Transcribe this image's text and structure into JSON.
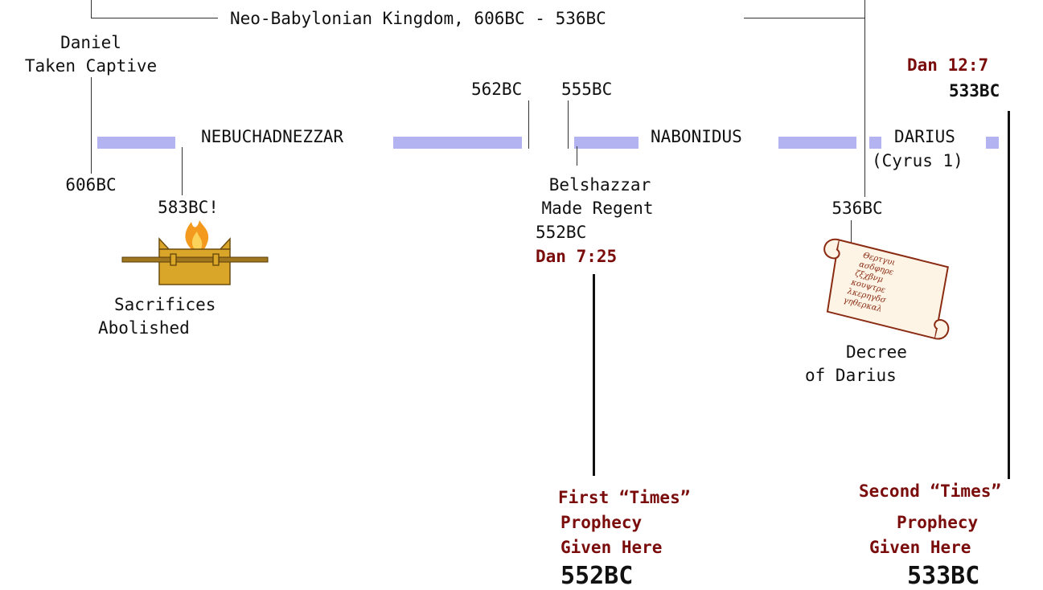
{
  "kingdom_label": "Neo-Babylonian Kingdom, 606BC - 536BC",
  "events": {
    "daniel_captive": {
      "line1": "Daniel",
      "line2": "Taken Captive",
      "date": "606BC"
    },
    "sacrifices": {
      "date": "583BC!",
      "line1": "Sacrifices",
      "line2": "Abolished"
    },
    "date_562": "562BC",
    "date_555": "555BC",
    "belshazzar": {
      "line1": "Belshazzar",
      "line2": "Made Regent",
      "date": "552BC",
      "ref": "Dan 7:25"
    },
    "decree": {
      "date": "536BC",
      "line1": "Decree",
      "line2": "of Darius"
    },
    "dan_12": {
      "ref": "Dan 12:7",
      "date": "533BC"
    }
  },
  "reigns": {
    "nebuchadnezzar": "NEBUCHADNEZZAR",
    "nabonidus": "NABONIDUS",
    "darius": "DARIUS",
    "cyrus": "(Cyrus 1)"
  },
  "prophecy_first": {
    "line1": "First “Times”",
    "line2": "Prophecy",
    "line3": "Given Here",
    "date": "552BC"
  },
  "prophecy_second": {
    "line1": "Second “Times”",
    "line2": "Prophecy",
    "line3": "Given Here",
    "date": "533BC"
  },
  "scroll_text": [
    "Θερτγυι",
    "ασδφηρε",
    "ζξχβνμ",
    "κουψτρε",
    "λκερηγδσ",
    "γηθερκαλ"
  ],
  "colors": {
    "reign_bar": "#b3b3f2",
    "prophecy_text": "#7a0c0c",
    "altar_gold": "#d9a62a",
    "scroll_ink": "#8a2b12"
  },
  "icons": {
    "altar": "altar-fire-icon",
    "scroll": "scroll-icon"
  }
}
